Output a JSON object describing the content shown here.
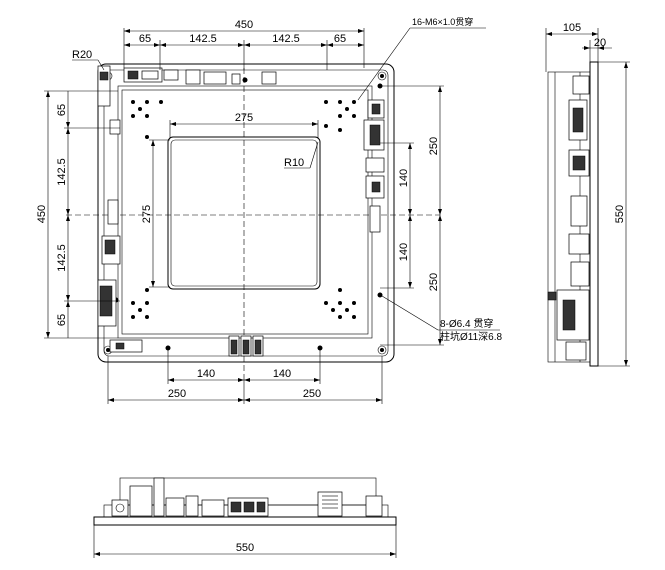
{
  "top_view": {
    "dim_top_total": "450",
    "dim_top_seg1": "65",
    "dim_top_seg2": "142.5",
    "dim_top_seg3": "142.5",
    "dim_top_seg4": "65",
    "radius_outer": "R20",
    "radius_inner": "R10",
    "dim_inner_width": "275",
    "dim_inner_height": "275",
    "dim_left_total": "450",
    "dim_left_seg1": "65",
    "dim_left_seg2": "142.5",
    "dim_left_seg3": "142.5",
    "dim_left_seg4": "65",
    "dim_right_250_top": "250",
    "dim_right_140_top": "140",
    "dim_right_140_bottom": "140",
    "dim_right_250_bottom": "250",
    "dim_bottom_140_left": "140",
    "dim_bottom_140_right": "140",
    "dim_bottom_250_left": "250",
    "dim_bottom_250_right": "250",
    "note_thread": "16-M6×1.0贯穿",
    "note_hole_line1": "8-Ø6.4 贯穿",
    "note_hole_line2": "柱坑Ø11深6.8"
  },
  "side_view": {
    "dim_depth": "105",
    "dim_flange": "20",
    "dim_height": "550"
  },
  "bottom_view": {
    "dim_width": "550"
  }
}
